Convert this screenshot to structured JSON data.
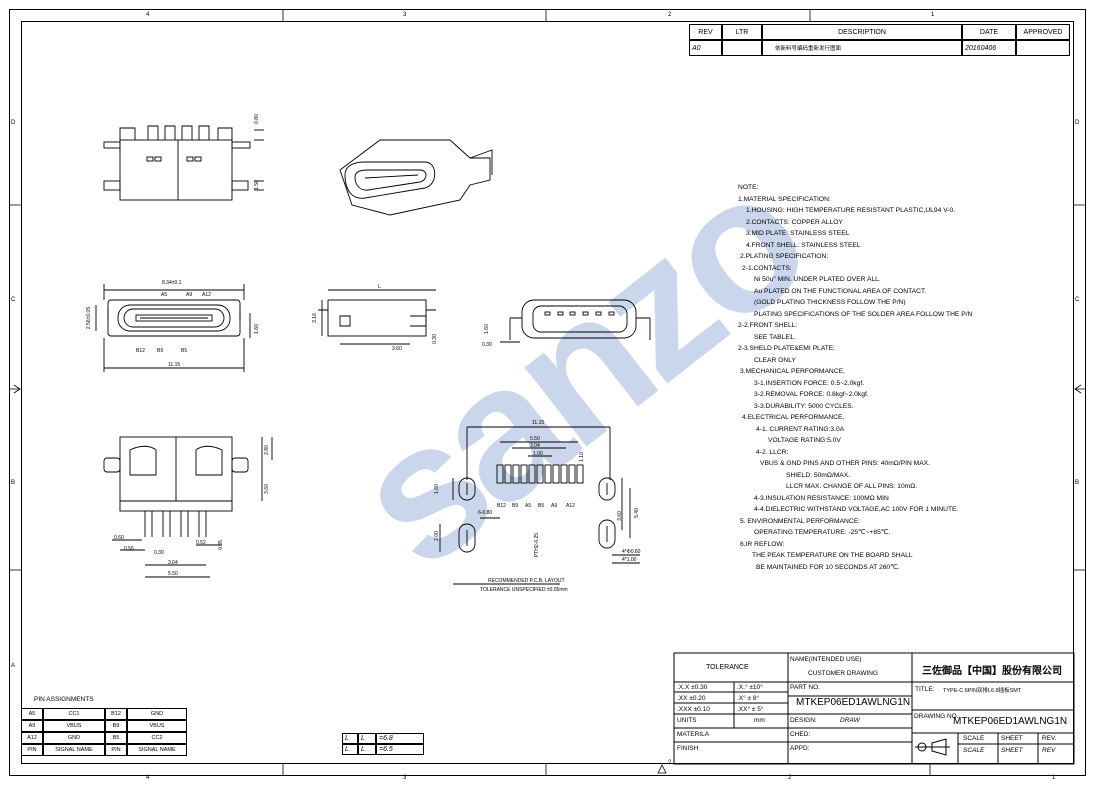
{
  "revision": {
    "headers": [
      "REV",
      "LTR",
      "DESCRIPTION",
      "DATE",
      "APPROVED"
    ],
    "rows": [
      {
        "rev": "A0",
        "ltr": "",
        "description": "依新料号编码重新发行图面",
        "date": "20160406",
        "approved": ""
      }
    ]
  },
  "zones": {
    "top": [
      "4",
      "3",
      "2",
      "1"
    ],
    "bottom": [
      "4",
      "3",
      "2",
      "2",
      "1"
    ],
    "sides": [
      "D",
      "C",
      "B",
      "A"
    ]
  },
  "notes": [
    "NOTE:",
    "1.MATERIAL SPECIFICATION:",
    "1.HOUSING: HIGH TEMPERATURE RESISTANT PLASTIC,UL94 V-0.",
    "2.CONTACTS: COPPER ALLOY",
    "3.MID PLATE:  STAINLESS STEEL",
    "4.FRONT SHELL:  STAINLESS STEEL",
    "2.PLATING SPECIFICATION:",
    "2-1.CONTACTS:",
    "Ni 50u\" MIN. UNDER PLATED OVER ALL.",
    "Au PLATED ON THE FUNCTIONAL AREA OF CONTACT.",
    "(GOLD PLATING THICKNESS FOLLOW THE P/N)",
    "PLATING SPECIFICATIONS OF THE SOLDER AREA FOLLOW THE P/N",
    "2-2.FRONT SHELL:",
    "SEE TABLE1.",
    "2-3.SHELD PLATE&EMI PLATE:",
    "CLEAR ONLY",
    "3.MECHANICAL PERFORMANCE,",
    "3-1.INSERTION FORCE:  0.5~2.0kgf.",
    "3-2.REMOVAL FORCE:  0.8kgf~2.0kgf.",
    "3-3.DURABILITY:  5000 CYCLES.",
    "4.ELECTRICAL PERFORMANCE,",
    "4-1. CURRENT RATING:3.0A",
    "VOLTAGE RATING:5.0V",
    "4-2. LLCR:",
    "VBUS & GND PINS AND OTHER PINS: 40mΩ/PIN MAX.",
    "SHIELD:  50mΩ/MAX.",
    "LLCR MAX. CHANGE OF ALL PINS:  10mΩ.",
    "4-3.INSULATION RESISTANCE:  100MΩ  MIN",
    "4-4.DIELECTRIC WITHSTAND VOLTAGE,AC 100V FOR 1 MINUTE.",
    "5. ENVIRONMENTAL PERFORMANCE:",
    "OPERATING TEMPERATURE:  -25℃~+85℃.",
    "6.IR REFLOW:",
    "THE PEAK TEMPERATURE ON THE BOARD SHALL",
    "BE MAINTAINED FOR 10 SECONDS AT 260℃."
  ],
  "dims": {
    "d080": "0.80",
    "d150": "1.50",
    "d834": "8.34±0.1",
    "d256": "2.56±0.05",
    "d160": "1.60",
    "d1115": "11.15",
    "dL": "L",
    "d316": "3.16",
    "d360": "3.60",
    "d030": "0.30",
    "d160b": "1.60",
    "d030b": "0.30",
    "d1115b": "11.15",
    "d550": "5.50",
    "d304": "3.04",
    "d100": "1.00",
    "d110": "1.10",
    "d160c": "1.60",
    "d080b": "6-0.80",
    "d200": "2.00",
    "d360b": "3.60",
    "d540": "5.40",
    "d060p": "4*Φ0.60",
    "d100p": "4*1.00",
    "d025": "PTH2-0.25",
    "d280": "2.80",
    "d360c": "3.60",
    "d060": "0.60",
    "d056": "0.56",
    "d030c": "0.30",
    "d052": "0.52",
    "d304b": "3.04",
    "d550b": "5.50",
    "d085": "0.85"
  },
  "pin_labels_top": [
    "A5",
    "A9",
    "A12"
  ],
  "pin_labels_bottom": [
    "B12",
    "B9",
    "B5"
  ],
  "pcb_pin_labels": [
    "B12",
    "B9",
    "A5",
    "B5",
    "A9",
    "A12"
  ],
  "pcb_caption": {
    "title": "RECOMMENDED  P.C.B. LAYOUT",
    "tolerance": "TOLERANCE UNSPECIFIED ±0.05mm"
  },
  "pin_assignments": {
    "title": "PIN ASSIGNMENTS",
    "rows": [
      [
        "A5",
        "CC1",
        "B12",
        "GND"
      ],
      [
        "A9",
        "VBUS",
        "B9",
        "VBUS"
      ],
      [
        "A12",
        "GND",
        "B5",
        "CC2"
      ],
      [
        "PIN",
        "SIGNAL NAME",
        "PIN",
        "SIGNAL NAME"
      ]
    ]
  },
  "l_table": {
    "rows": [
      [
        "L",
        "L",
        "=6.8"
      ],
      [
        "L",
        "L",
        "=6.5"
      ]
    ]
  },
  "title_block": {
    "tolerance_label": "TOLERANCE",
    "tolerances": [
      [
        ".X.X  ±0.30",
        ".X.°  ±10°"
      ],
      [
        ".XX  ±0.20",
        ".X°  ± 8°"
      ],
      [
        ".XXX ±0.10",
        ".XX°  ± 5°"
      ]
    ],
    "units_label": "UNITS",
    "units_value": "mm",
    "material_label": "MATERILA",
    "finish_label": "FINISH",
    "name_label": "NAME(INTENDED USE)",
    "name_value": "CUSTOMER DRAWING",
    "part_no_label": "PART NO.",
    "part_no": "MTKEP06ED1AWLNG1N",
    "design_label": "DESIGN:",
    "design_value": "DRAW",
    "ched_label": "CHED:",
    "appd_label": "APPD:",
    "company": "三佐御品【中国】股份有限公司",
    "title_label": "TITLE:",
    "title_value": "TYPE-C 6PIN双排L6.8插板SMT",
    "drawing_no_label": "DRAWING NO.",
    "drawing_no": "MTKEP06ED1AWLNG1N",
    "scale_label": "SCALE",
    "sheet_label": "SHEET",
    "rev_label": "REV.",
    "scale_value": "SCALE",
    "sheet_value": "SHEET",
    "rev_value": "REV"
  },
  "watermark": "sanzo"
}
